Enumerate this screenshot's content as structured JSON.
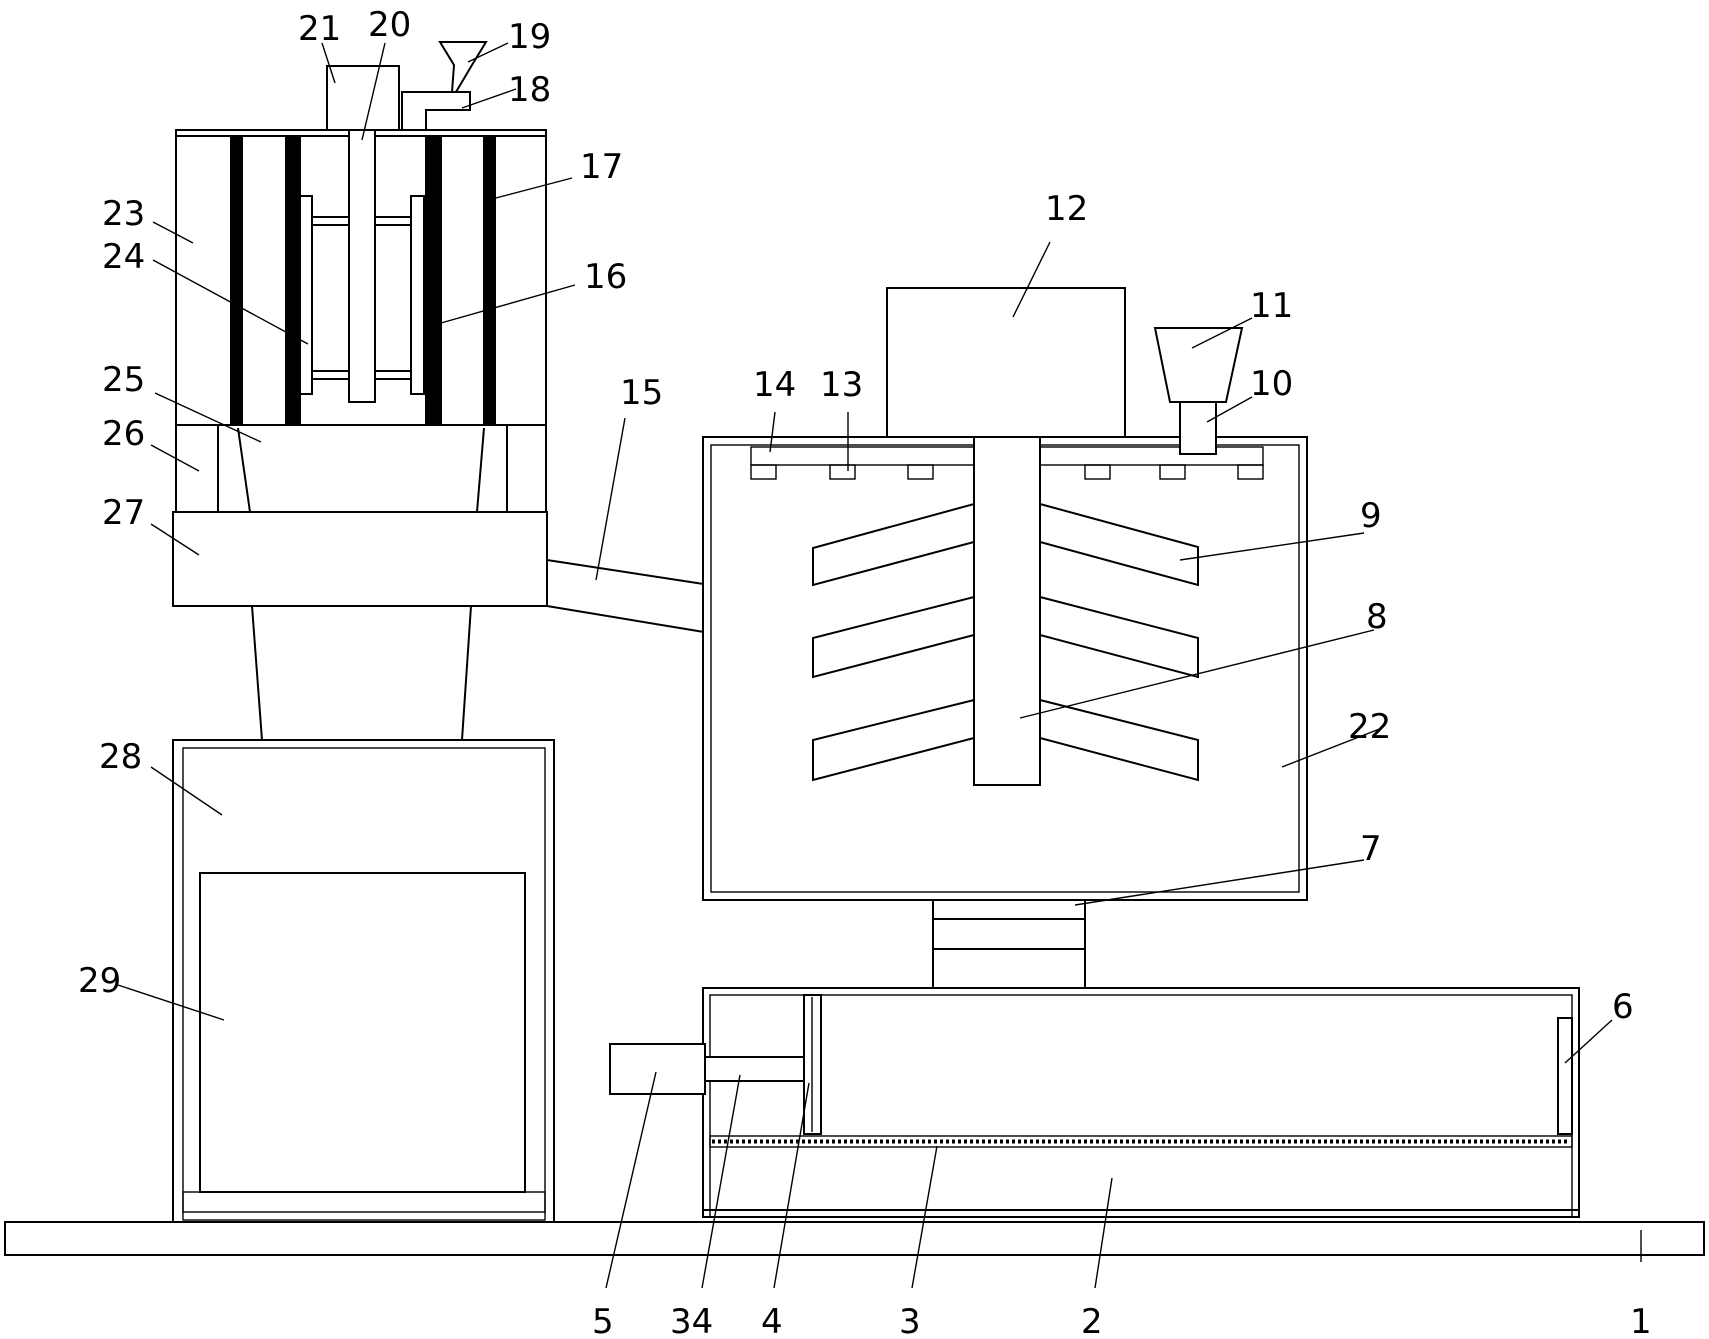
{
  "diagram": {
    "labels": {
      "n1": "1",
      "n2": "2",
      "n3": "3",
      "n4": "4",
      "n5": "5",
      "n6": "6",
      "n7": "7",
      "n8": "8",
      "n9": "9",
      "n10": "10",
      "n11": "11",
      "n12": "12",
      "n13": "13",
      "n14": "14",
      "n15": "15",
      "n16": "16",
      "n17": "17",
      "n18": "18",
      "n19": "19",
      "n20": "20",
      "n21": "21",
      "n22": "22",
      "n23": "23",
      "n24": "24",
      "n25": "25",
      "n26": "26",
      "n27": "27",
      "n28": "28",
      "n29": "29",
      "n34": "34"
    }
  }
}
